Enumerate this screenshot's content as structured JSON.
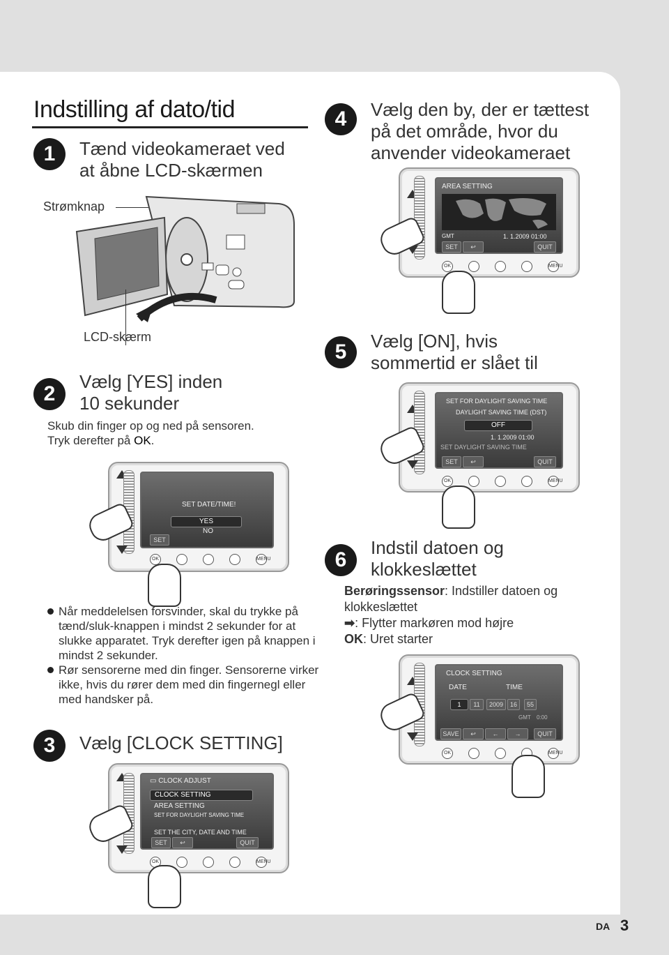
{
  "page": {
    "title": "Indstilling af dato/tid",
    "footer_lang": "DA",
    "footer_page": "3"
  },
  "step1": {
    "number": "1",
    "heading_line1": "Tænd videokameraet ved",
    "heading_line2": "at åbne LCD-skærmen",
    "label_power": "Strømknap",
    "label_lcd": "LCD-skærm"
  },
  "step2": {
    "number": "2",
    "heading_line1": "Vælg [YES] inden",
    "heading_line2": "10 sekunder",
    "body_line1": "Skub din finger op og ned på sensoren.",
    "body_line2_prefix": "Tryk derefter på ",
    "body_line2_ok": "OK",
    "body_line2_suffix": ".",
    "screen_title": "SET DATE/TIME!",
    "option_yes": "YES",
    "option_no": "NO",
    "btn_set": "SET",
    "bullets": [
      "Når meddelelsen forsvinder, skal du trykke på tænd/sluk-knappen i mindst 2 sekunder for at slukke apparatet. Tryk derefter igen på knappen i mindst 2 sekunder.",
      "Rør sensorerne med din finger. Sensorerne virker ikke, hvis du rører dem med din fingernegl eller med handsker på."
    ]
  },
  "step3": {
    "number": "3",
    "heading": "Vælg [CLOCK SETTING]",
    "menu_header": "CLOCK ADJUST",
    "items": [
      "CLOCK SETTING",
      "AREA SETTING",
      "SET FOR DAYLIGHT SAVING TIME"
    ],
    "hint": "SET THE CITY, DATE AND TIME",
    "btn_set": "SET",
    "btn_quit": "QUIT"
  },
  "step4": {
    "number": "4",
    "heading_line1": "Vælg den by, der er tættest",
    "heading_line2": "på det område, hvor du",
    "heading_line3": "anvender videokameraet",
    "screen_title": "AREA SETTING",
    "gmt": "GMT",
    "datetime": "1. 1.2009  01:00",
    "btn_set": "SET",
    "btn_quit": "QUIT"
  },
  "step5": {
    "number": "5",
    "heading_line1": "Vælg [ON], hvis",
    "heading_line2": "sommertid er slået til",
    "screen_title": "SET FOR DAYLIGHT SAVING TIME",
    "sub_title": "DAYLIGHT SAVING TIME (DST)",
    "option": "OFF",
    "datetime": "1. 1.2009  01:00",
    "hint": "SET DAYLIGHT SAVING TIME",
    "btn_set": "SET",
    "btn_quit": "QUIT"
  },
  "step6": {
    "number": "6",
    "heading_line1": "Indstil datoen og",
    "heading_line2": "klokkeslættet",
    "line1_bold": "Berøringssensor",
    "line1_rest": ": Indstiller datoen og",
    "line2": "klokkeslættet",
    "line3_rest": ": Flytter markøren mod højre",
    "line4_bold": "OK",
    "line4_rest": ": Uret starter",
    "screen_title": "CLOCK SETTING",
    "label_date": "DATE",
    "label_time": "TIME",
    "fields": [
      "1",
      "11",
      "2009",
      "16",
      "55"
    ],
    "gmt": "GMT",
    "gmt_value": "0:00",
    "btn_save": "SAVE",
    "btn_quit": "QUIT"
  },
  "controls": {
    "ok_label": "OK",
    "menu_label": "MENU"
  }
}
